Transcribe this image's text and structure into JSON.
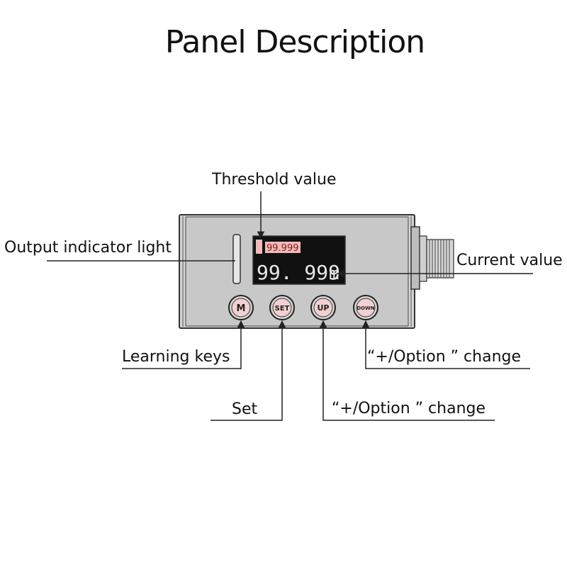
{
  "title": "Panel Description",
  "labels": {
    "threshold": "Threshold value",
    "output_light": "Output indicator light",
    "current_value": "Current value",
    "learning_keys": "Learning keys",
    "set": "Set",
    "plus_option_up": "“+/Option ” change",
    "plus_option_down": "“+/Option ” change"
  },
  "display": {
    "threshold_readout": "99.999",
    "current_readout": "99. 999",
    "unit_glyph": "m"
  },
  "buttons": [
    {
      "label": "M"
    },
    {
      "label": "SET"
    },
    {
      "label": "UP"
    },
    {
      "label": "DOWN"
    }
  ],
  "colors": {
    "panel_body": "#d2d2d2",
    "panel_inner": "#c6c6c6",
    "screen": "#111111",
    "threshold_highlight": "#f3b9b9",
    "button_face": "#f2d0cf"
  }
}
